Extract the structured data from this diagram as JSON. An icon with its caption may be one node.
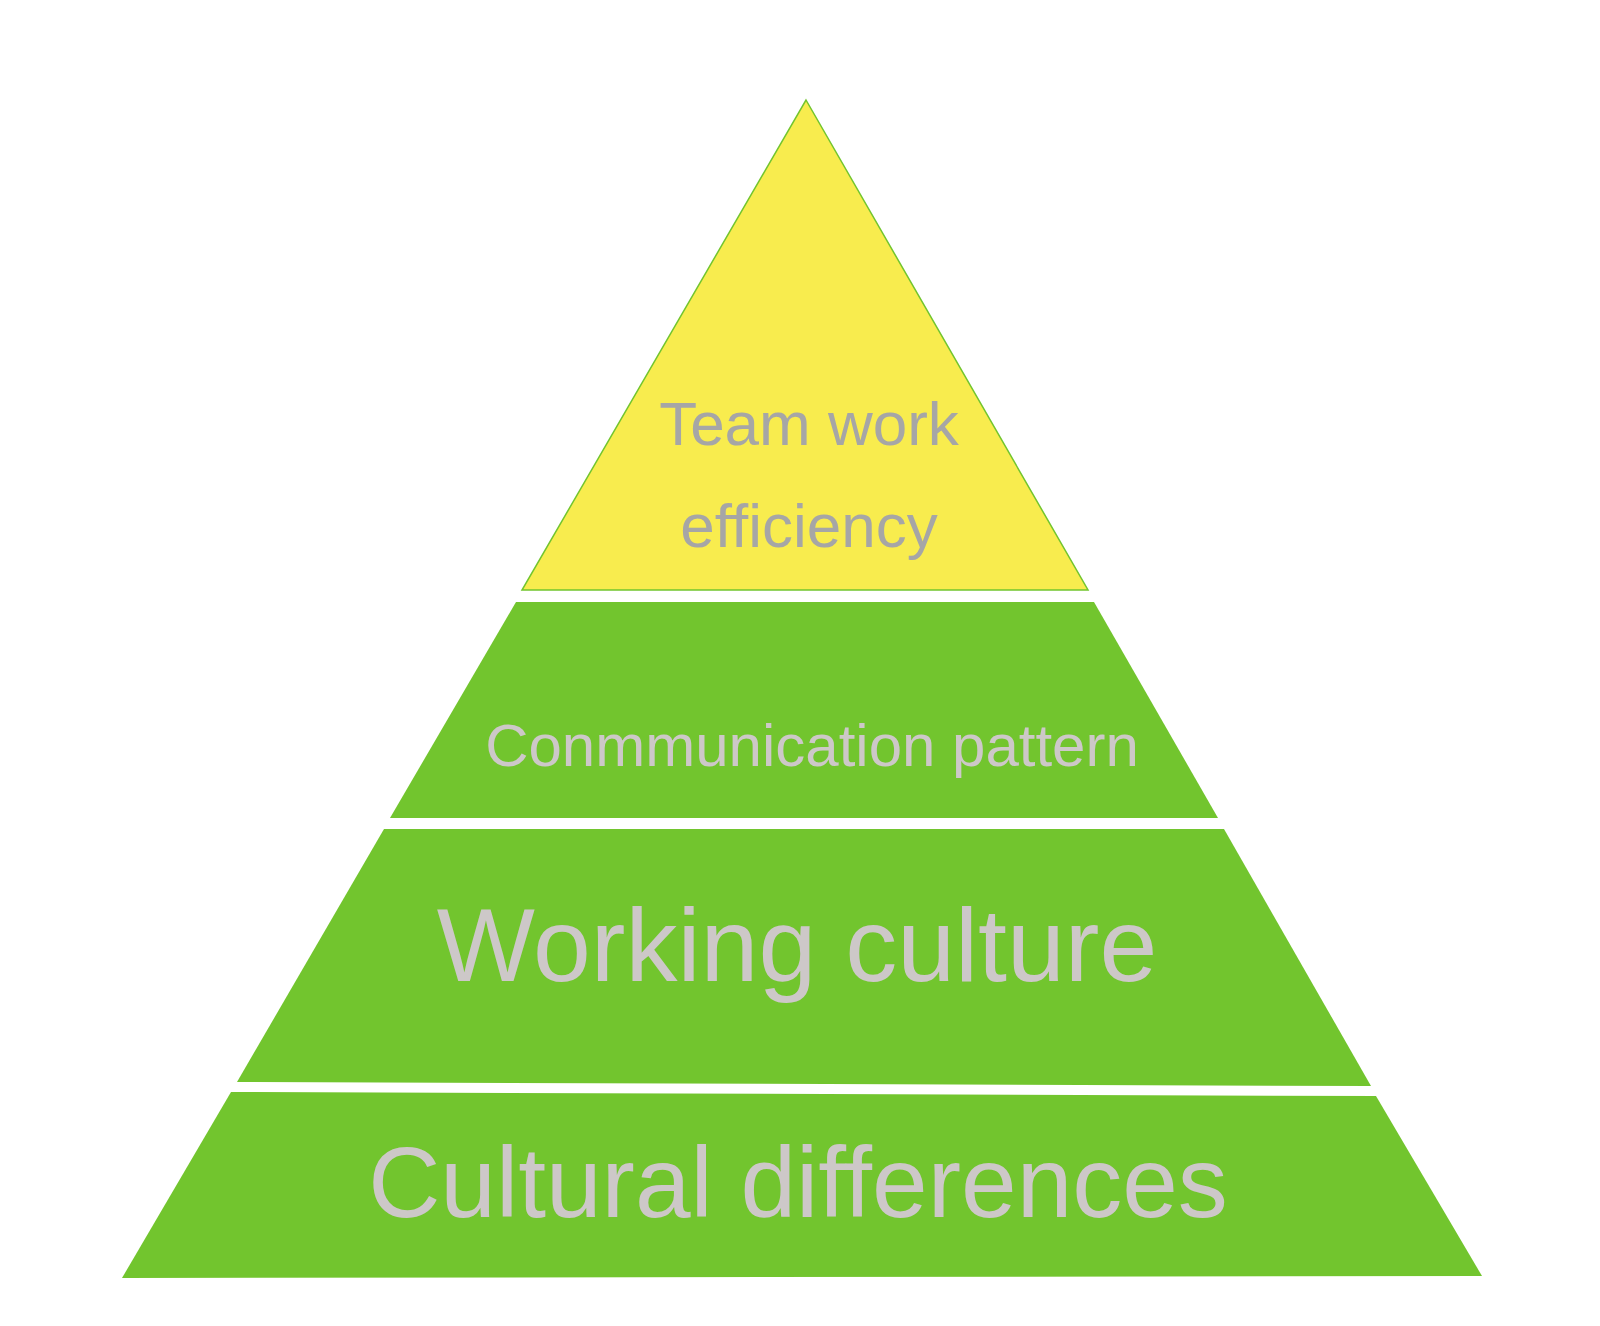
{
  "diagram": {
    "nodes": [
      {
        "text": [
          "Team work efficiency"
        ]
      },
      {
        "text": [
          "Conmmunication pattern"
        ]
      },
      {
        "text": [
          "Working culture"
        ]
      },
      {
        "text": [
          "Cultural differences"
        ]
      }
    ]
  }
}
